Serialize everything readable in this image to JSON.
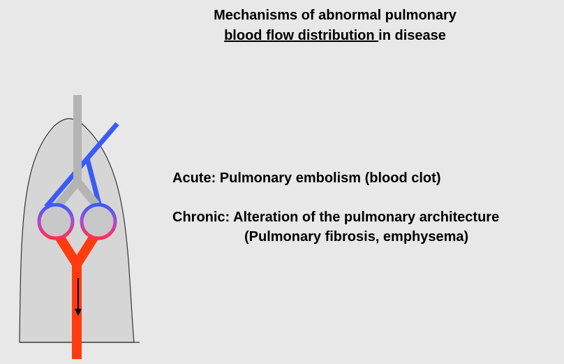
{
  "title": {
    "line1": "Mechanisms of abnormal pulmonary",
    "line2_underlined": "blood flow distribution ",
    "line2_rest": "in disease"
  },
  "items": {
    "acute": "Acute: Pulmonary embolism (blood clot)",
    "chronic_line1": "Chronic: Alteration of the pulmonary architecture",
    "chronic_line2": "(Pulmonary fibrosis, emphysema)"
  },
  "colors": {
    "background": "#e8e8e8",
    "lung_fill": "#d6d6d6",
    "airway": "#b4b4b4",
    "alveolus": "#c8c8c8",
    "arterial_blue": "#3a5cf5",
    "venous_red": "#ff3b10"
  }
}
